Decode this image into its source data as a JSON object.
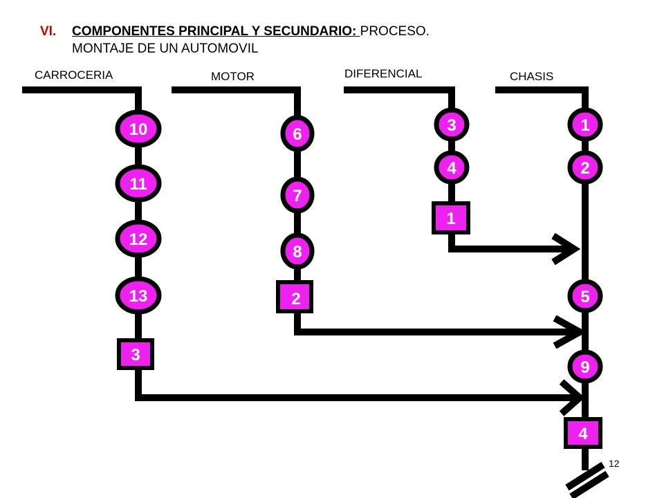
{
  "title": {
    "number": "VI.",
    "heading": "COMPONENTES PRINCIPAL Y SECUNDARIO: ",
    "rest": "PROCESO.",
    "line2": "MONTAJE DE UN AUTOMOVIL"
  },
  "columns": {
    "carroceria": {
      "label": "CARROCERIA",
      "operations": [
        "10",
        "11",
        "12",
        "13"
      ],
      "inspection": "3"
    },
    "motor": {
      "label": "MOTOR",
      "operations": [
        "6",
        "7",
        "8"
      ],
      "inspection": "2"
    },
    "diferencial": {
      "label": "DIFERENCIAL",
      "operations": [
        "3",
        "4"
      ],
      "inspection": "1"
    },
    "chasis": {
      "label": "CHASIS",
      "operations": [
        "1",
        "2",
        "5",
        "9"
      ],
      "inspection": "4"
    }
  },
  "page_number": "12",
  "colors": {
    "node_fill": "#ee22ee",
    "line": "#000000",
    "title_number": "#cc0000"
  }
}
